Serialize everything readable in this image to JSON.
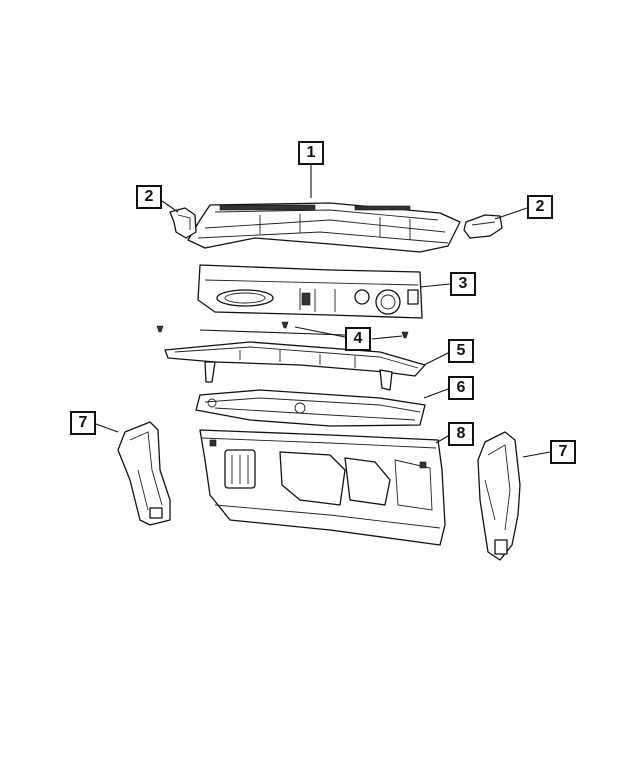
{
  "callouts": {
    "c1": "1",
    "c2_left": "2",
    "c2_right": "2",
    "c3": "3",
    "c4": "4",
    "c5": "5",
    "c6": "6",
    "c7_left": "7",
    "c7_right": "7",
    "c8": "8"
  }
}
